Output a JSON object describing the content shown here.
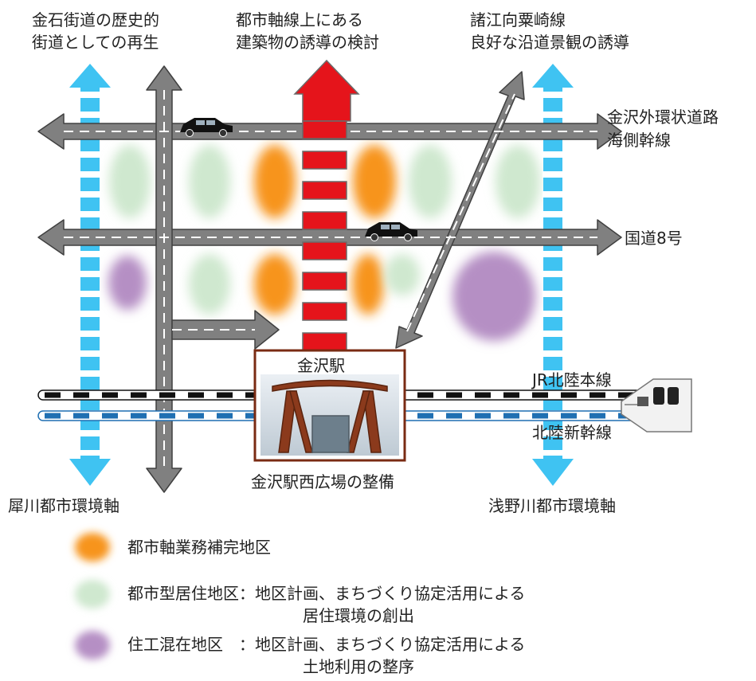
{
  "labels": {
    "kanaishi_1": "金石街道の歴史的",
    "kanaishi_2": "街道としての再生",
    "toshijiku_1": "都市軸線上にある",
    "toshijiku_2": "建築物の誘導の検討",
    "shoe_1": "諸江向粟崎線",
    "shoe_2": "良好な沿道景観の誘導",
    "sotokanjo_1": "金沢外環状道路",
    "sotokanjo_2": "海側幹線",
    "kokudo": "国道8号",
    "station": "金沢駅",
    "jr": "JR北陸本線",
    "shinkansen": "北陸新幹線",
    "nishihiroba": "金沢駅西広場の整備",
    "saigawa": "犀川都市環境軸",
    "asanogawa": "浅野川都市環境軸"
  },
  "legend": [
    {
      "color": "#f7941d",
      "text": "都市軸業務補完地区",
      "text2": ""
    },
    {
      "color": "#cfe8cf",
      "text": "都市型居住地区：地区計画、まちづくり協定活用による",
      "text2": "居住環境の創出"
    },
    {
      "color": "#b58fc4",
      "text": "住工混在地区　：地区計画、まちづくり協定活用による",
      "text2": "土地利用の整序"
    }
  ],
  "colors": {
    "road": "#808080",
    "env_axis": "#3fc3f2",
    "city_axis": "#e5141b",
    "orange": "#f7941d",
    "green": "#cfe8cf",
    "purple": "#b58fc4"
  }
}
